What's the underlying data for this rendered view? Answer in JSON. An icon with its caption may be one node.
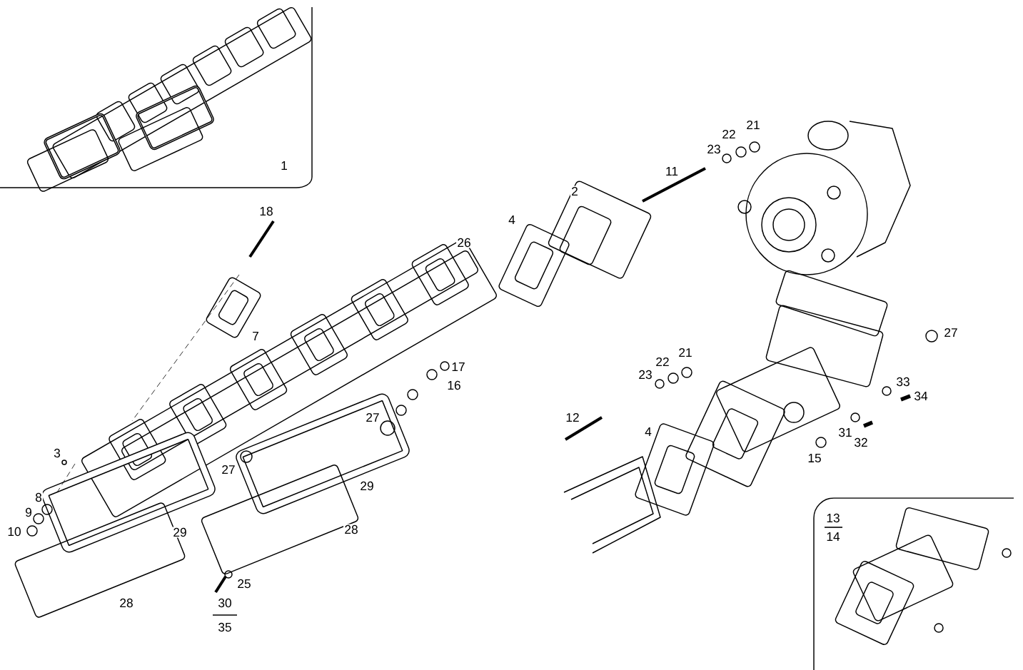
{
  "diagram": {
    "labels": [
      "1",
      "21",
      "22",
      "23",
      "11",
      "2",
      "18",
      "4",
      "26",
      "7",
      "27",
      "21",
      "22",
      "23",
      "17",
      "16",
      "33",
      "34",
      "27",
      "31",
      "32",
      "12",
      "3",
      "4",
      "15",
      "27",
      "29",
      "13",
      "14",
      "8",
      "9",
      "10",
      "29",
      "28",
      "25",
      "28",
      "30",
      "35"
    ]
  }
}
